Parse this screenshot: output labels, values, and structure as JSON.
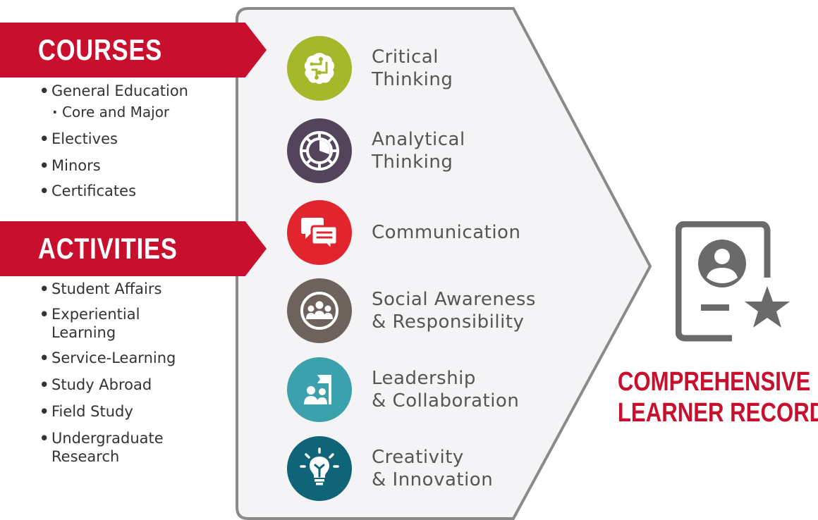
{
  "courses": {
    "title": "COURSES",
    "items": [
      {
        "text": "General Education",
        "sub": false
      },
      {
        "text": "Core and Major",
        "sub": true
      },
      {
        "text": "Electives",
        "sub": false
      },
      {
        "text": "Minors",
        "sub": false
      },
      {
        "text": "Certificates",
        "sub": false
      }
    ]
  },
  "activities": {
    "title": "ACTIVITIES",
    "items": [
      "Student Affairs",
      "Experiential Learning",
      "Service-Learning",
      "Study Abroad",
      "Field Study",
      "Undergraduate Research"
    ]
  },
  "skills": [
    {
      "line1": "Critical",
      "line2": "Thinking",
      "icon": "brain-circuit-icon",
      "color": "#a5b82b"
    },
    {
      "line1": "Analytical",
      "line2": "Thinking",
      "icon": "pie-target-icon",
      "color": "#54445b"
    },
    {
      "line1": "Communication",
      "line2": "",
      "icon": "speech-bubbles-icon",
      "color": "#e1252f"
    },
    {
      "line1": "Social Awareness",
      "line2": "& Responsibility",
      "icon": "people-group-icon",
      "color": "#6e635c"
    },
    {
      "line1": "Leadership",
      "line2": "& Collaboration",
      "icon": "leader-flag-icon",
      "color": "#3aa1ad"
    },
    {
      "line1": "Creativity",
      "line2": "& Innovation",
      "icon": "lightbulb-icon",
      "color": "#0f6478"
    }
  ],
  "record": {
    "line1": "COMPREHENSIVE",
    "line2": "LEARNER RECORD",
    "icon": "profile-star-icon"
  },
  "colors": {
    "brand_red": "#c8102e",
    "panel_fill": "#f4f4f6",
    "panel_border": "#8a8a8a"
  }
}
